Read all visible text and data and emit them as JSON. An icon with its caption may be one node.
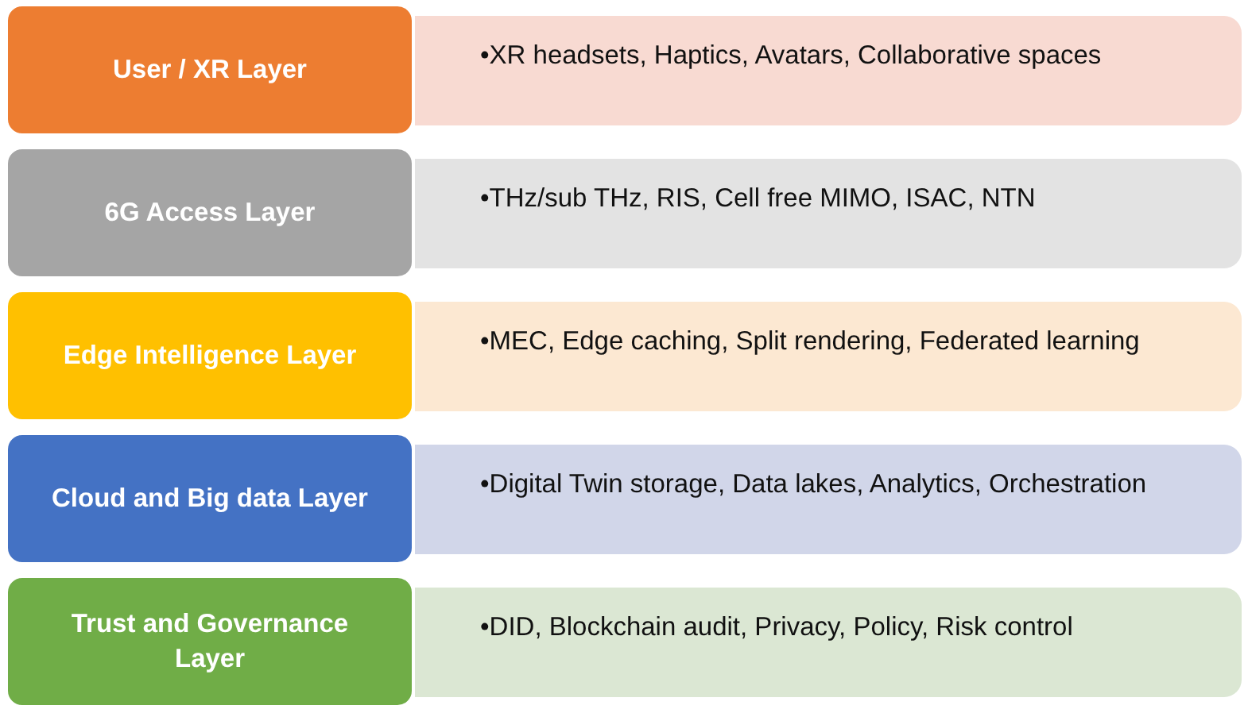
{
  "diagram": {
    "nodes": [
      {
        "text": [
          "User / XR Layer"
        ]
      },
      {
        "text": [
          "•XR headsets, Haptics, Avatars, Collaborative spaces"
        ]
      },
      {
        "text": [
          "6G Access Layer"
        ]
      },
      {
        "text": [
          "•THz/sub THz, RIS, Cell free MIMO, ISAC, NTN"
        ]
      },
      {
        "text": [
          "Edge Intelligence Layer"
        ]
      },
      {
        "text": [
          "•MEC, Edge caching, Split rendering, Federated learning"
        ]
      },
      {
        "text": [
          "Cloud and Big data Layer"
        ]
      },
      {
        "text": [
          "•Digital Twin storage, Data lakes, Analytics, Orchestration"
        ]
      },
      {
        "text": [
          "Trust and Governance Layer"
        ]
      },
      {
        "text": [
          "•DID, Blockchain audit, Privacy, Policy, Risk control"
        ]
      }
    ]
  }
}
